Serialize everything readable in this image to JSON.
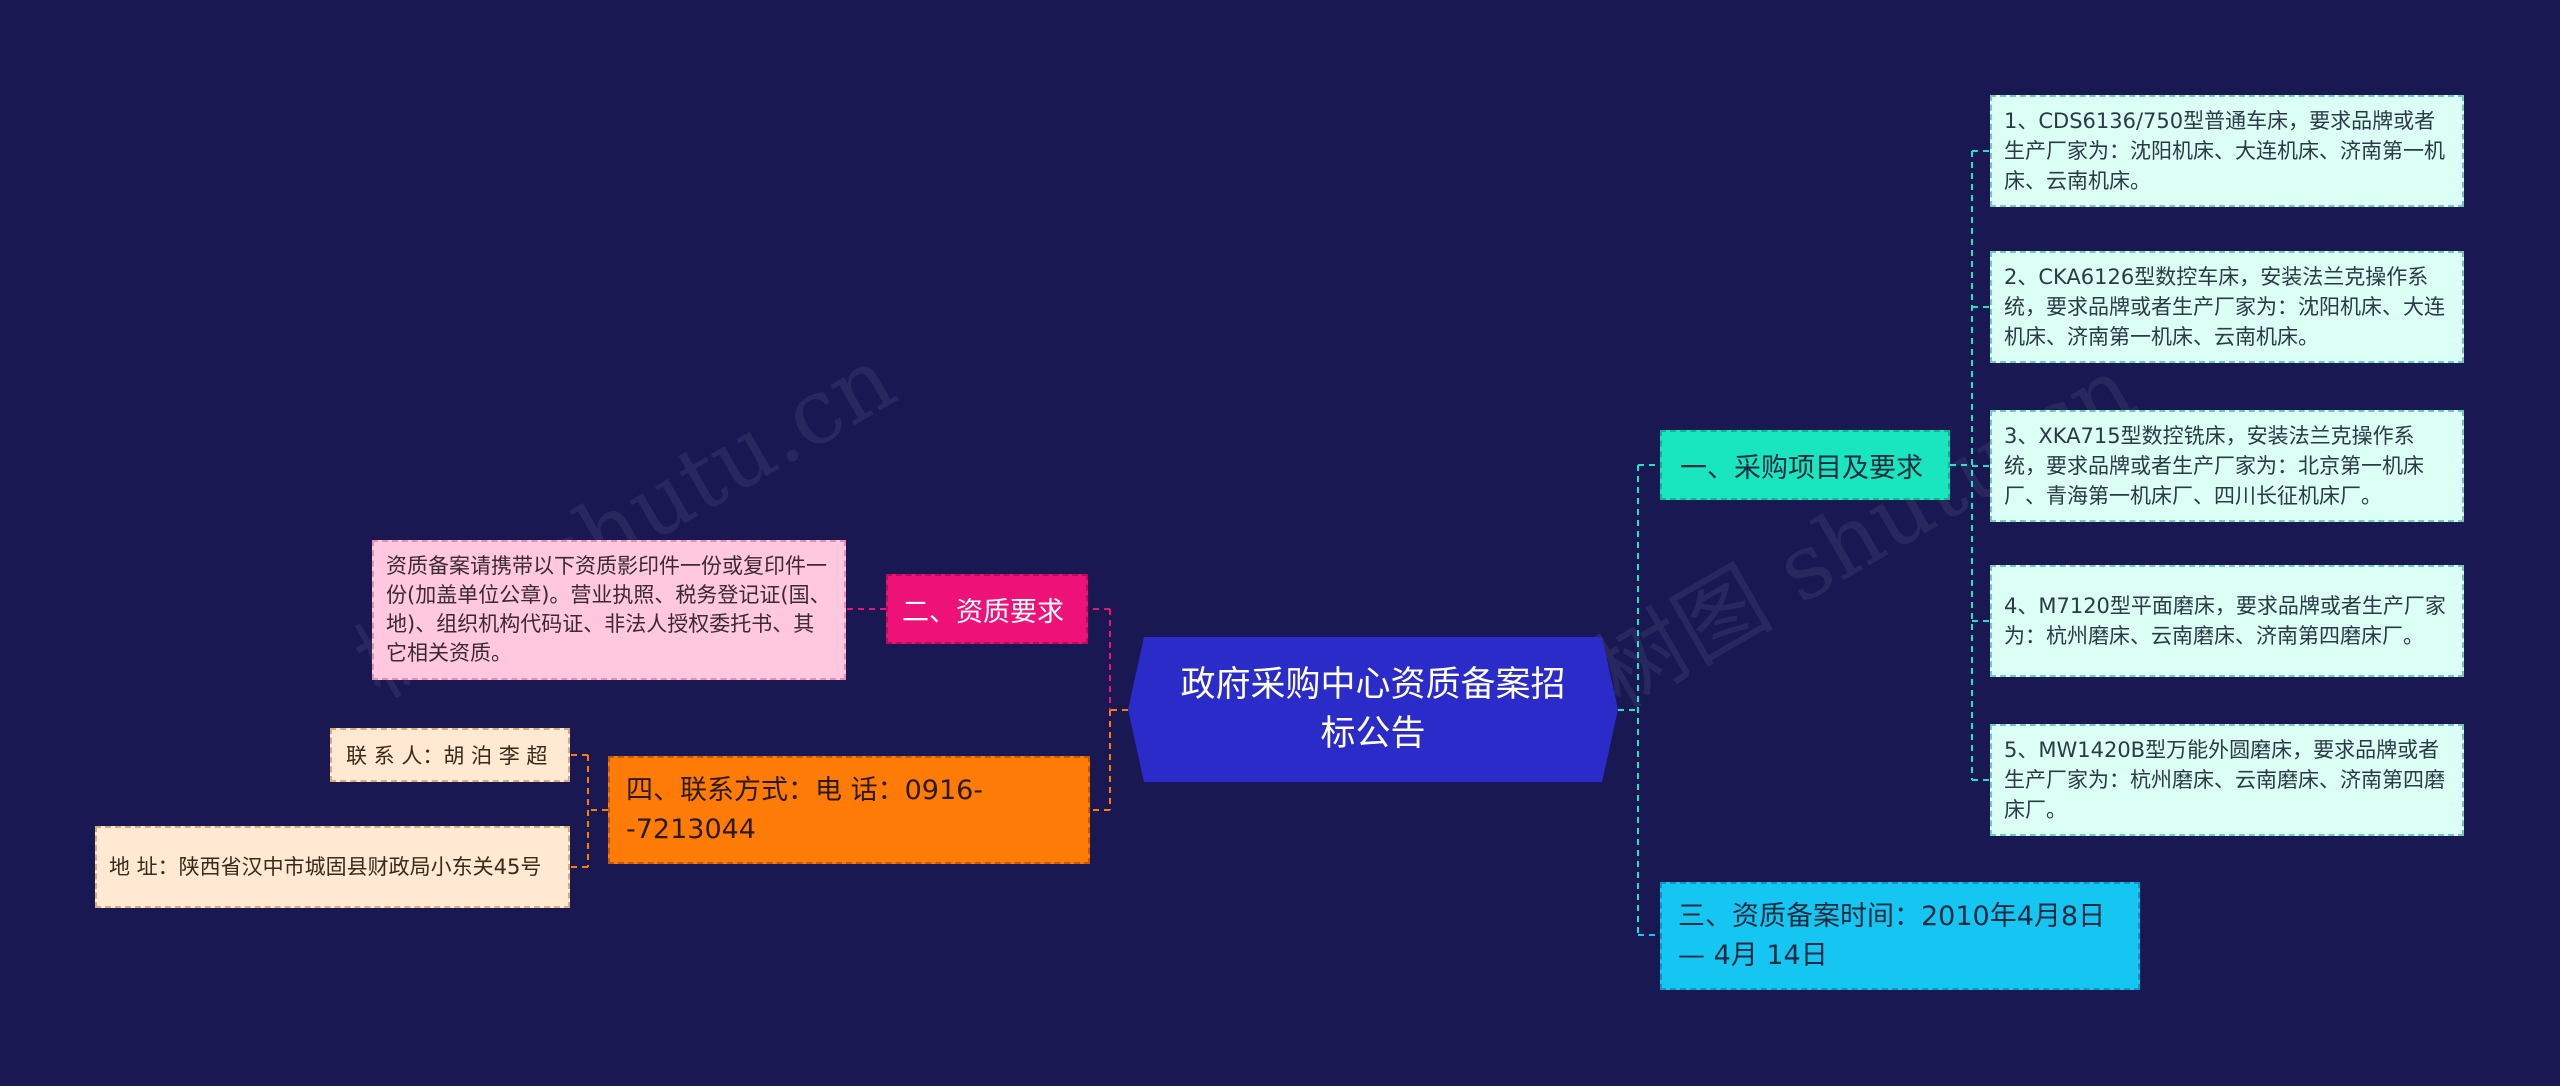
{
  "root": {
    "title": "政府采购中心资质备案招标公告"
  },
  "branches": {
    "b1": {
      "label": "一、采购项目及要求",
      "items": [
        "1、CDS6136/750型普通车床，要求品牌或者生产厂家为：沈阳机床、大连机床、济南第一机床、云南机床。",
        "2、CKA6126型数控车床，安装法兰克操作系统，要求品牌或者生产厂家为：沈阳机床、大连机床、济南第一机床、云南机床。",
        "3、XKA715型数控铣床，安装法兰克操作系统，要求品牌或者生产厂家为：北京第一机床厂、青海第一机床厂、四川长征机床厂。",
        "4、M7120型平面磨床，要求品牌或者生产厂家为：杭州磨床、云南磨床、济南第四磨床厂。",
        "5、MW1420B型万能外圆磨床，要求品牌或者生产厂家为：杭州磨床、云南磨床、济南第四磨床厂。"
      ]
    },
    "b2": {
      "label": "二、资质要求",
      "items": [
        "资质备案请携带以下资质影印件一份或复印件一份(加盖单位公章)。营业执照、税务登记证(国、地)、组织机构代码证、非法人授权委托书、其它相关资质。"
      ]
    },
    "b3": {
      "label": "三、资质备案时间：2010年4月8日— 4月 14日"
    },
    "b4": {
      "label": "四、联系方式：电 话：0916--7213044",
      "items": [
        "联 系 人：胡 泊 李 超",
        "地 址：陕西省汉中市城固县财政局小东关45号"
      ]
    }
  },
  "watermarks": [
    "树图 shutu.cn",
    "树图 shutu.cn"
  ],
  "colors": {
    "background": "#191852",
    "root": "#2a2bc9",
    "branch1": "#19e6be",
    "branch2": "#ee1278",
    "branch3": "#16c6f2",
    "branch4": "#ff7b08",
    "leaf_cyan": "#dbfff5",
    "leaf_pink": "#ffc8df",
    "leaf_orange": "#ffe9d2"
  }
}
